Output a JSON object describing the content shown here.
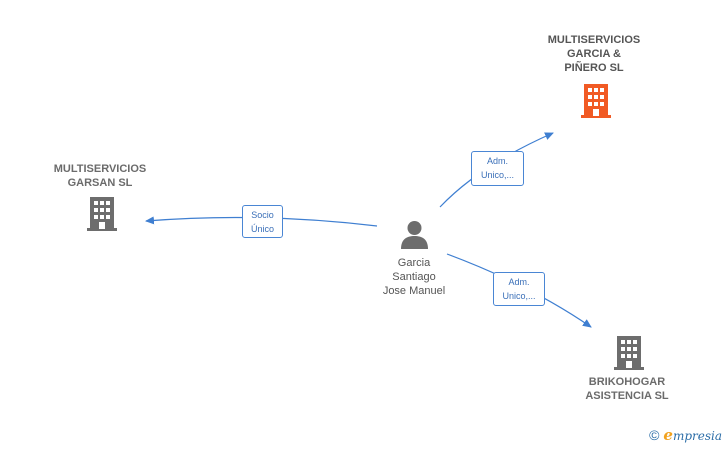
{
  "nodes": {
    "main_company": {
      "name": "MULTISERVICIOS\nGARCIA &\nPIÑERO  SL",
      "color": "#f15a24"
    },
    "garsan": {
      "name": "MULTISERVICIOS\nGARSAN  SL",
      "color": "#6d6d6d"
    },
    "brikohogar": {
      "name": "BRIKOHOGAR\nASISTENCIA  SL",
      "color": "#6d6d6d"
    },
    "person": {
      "name": "Garcia\nSantiago\nJose Manuel",
      "color": "#6d6d6d"
    }
  },
  "edges": {
    "to_garsan": {
      "label": "Socio\nÚnico"
    },
    "to_main": {
      "label": "Adm.\nUnico,..."
    },
    "to_brikohogar": {
      "label": "Adm.\nUnico,..."
    }
  },
  "colors": {
    "edge": "#3f7fd1",
    "accent": "#f15a24"
  },
  "footer": {
    "copyright_symbol": "©",
    "brand_initial": "e",
    "brand_rest": "mpresia"
  }
}
